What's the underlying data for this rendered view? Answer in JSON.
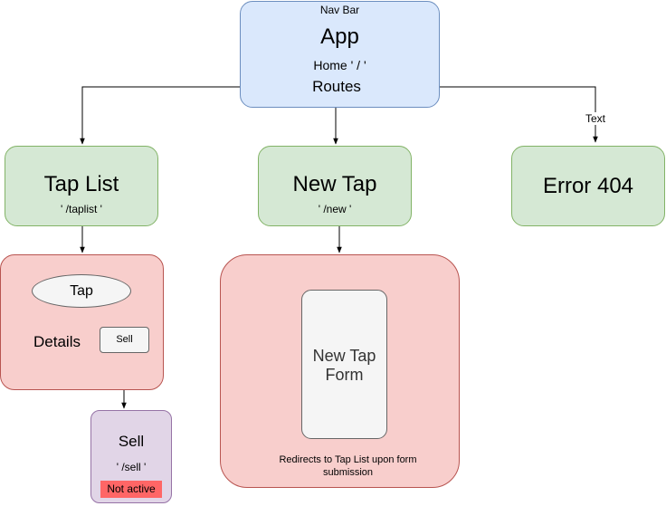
{
  "app": {
    "nav_bar": "Nav Bar",
    "title": "App",
    "home": "Home ' / '",
    "routes": "Routes"
  },
  "edge_label": "Text",
  "tap_list": {
    "title": "Tap List",
    "path": "' /taplist '"
  },
  "new_tap": {
    "title": "New Tap",
    "path": "' /new '"
  },
  "error": {
    "title": "Error 404"
  },
  "details": {
    "tap": "Tap",
    "label": "Details",
    "sell_button": "Sell"
  },
  "sell": {
    "title": "Sell",
    "path": "' /sell '",
    "status": "Not active"
  },
  "form": {
    "title_line1": "New Tap",
    "title_line2": "Form",
    "note_line1": "Redirects to Tap List upon form",
    "note_line2": "submission"
  },
  "colors": {
    "app_fill": "#dae8fc",
    "app_stroke": "#6c8ebf",
    "route_fill": "#d5e8d4",
    "route_stroke": "#82b366",
    "component_fill": "#f8cecc",
    "component_stroke": "#b85450",
    "sell_fill": "#e1d5e7",
    "sell_stroke": "#9673a6",
    "inactive_badge": "#ff6666"
  }
}
